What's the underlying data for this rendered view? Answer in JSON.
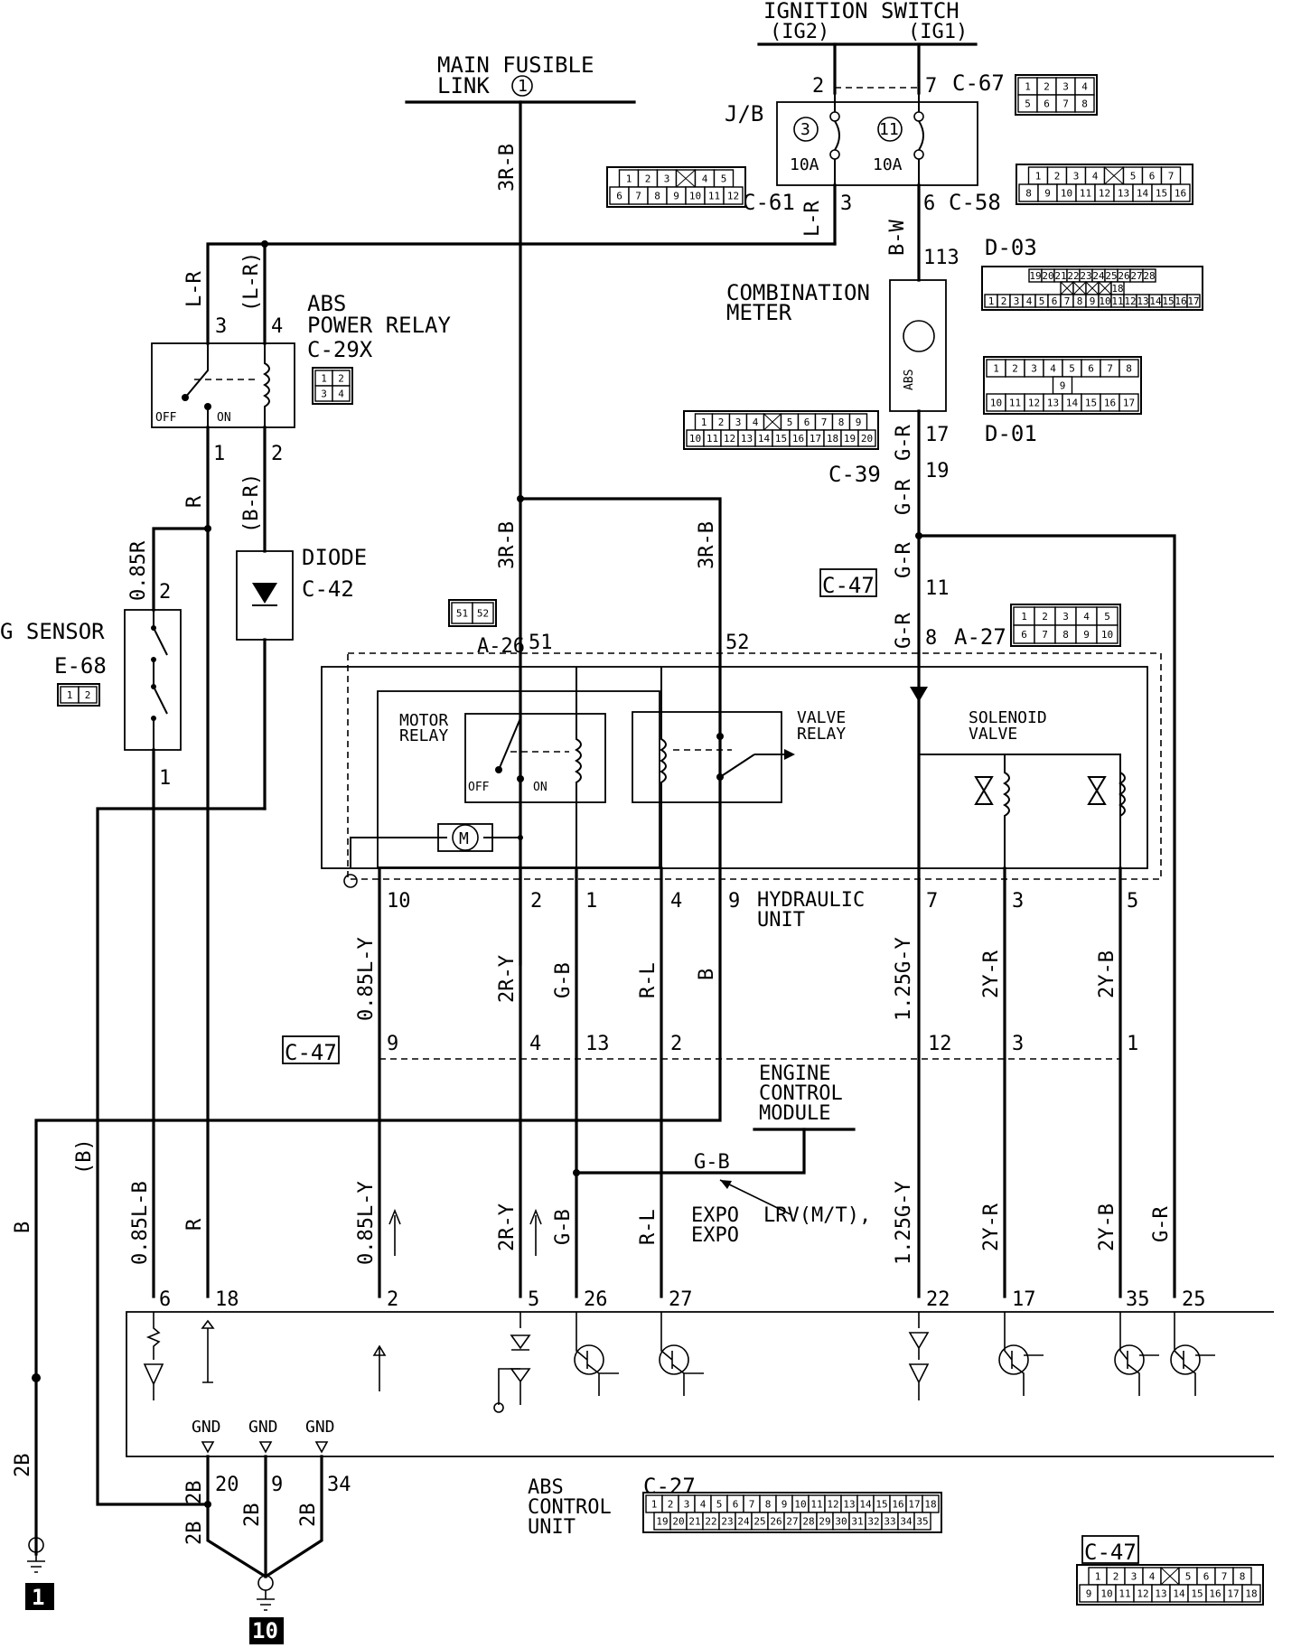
{
  "texts": {
    "ignition_switch": "IGNITION SWITCH",
    "ig2": "(IG2)",
    "ig1": "(IG1)",
    "main_fusible_1": "MAIN FUSIBLE",
    "main_fusible_2": "LINK",
    "main_fusible_num": "1",
    "jb": "J/B",
    "fuse3": "3",
    "fuse11": "11",
    "amp10a_l": "10A",
    "amp10a_r": "10A",
    "c67": "C-67",
    "c61": "C-61",
    "c58": "C-58",
    "d03": "D-03",
    "d01": "D-01",
    "combination_1": "COMBINATION",
    "combination_2": "METER",
    "abs_lamp": "ABS",
    "abs_relay_1": "ABS",
    "abs_relay_2": "POWER RELAY",
    "c29x": "C-29X",
    "off_l": "OFF",
    "on_l": "ON",
    "c39": "C-39",
    "diode": "DIODE",
    "c42": "C-42",
    "g_sensor": "G SENSOR",
    "e68": "E-68",
    "c47_a": "C-47",
    "c47_b": "C-47",
    "c47_c": "C-47",
    "a26": "A-26",
    "a27": "A-27",
    "motor_relay_1": "MOTOR",
    "motor_relay_2": "RELAY",
    "valve_relay_1": "VALVE",
    "valve_relay_2": "RELAY",
    "solenoid_1": "SOLENOID",
    "solenoid_2": "VALVE",
    "off_m": "OFF",
    "on_m": "ON",
    "motor": "M",
    "hydraulic_1": "HYDRAULIC",
    "hydraulic_2": "UNIT",
    "ecm_1": "ENGINE",
    "ecm_2": "CONTROL",
    "ecm_3": "MODULE",
    "expo_1": "EXPO",
    "expo_2": "EXPO",
    "lrv": "LRV(M/T),",
    "gnd1": "GND",
    "gnd2": "GND",
    "gnd3": "GND",
    "abs_cu_1": "ABS",
    "abs_cu_2": "CONTROL",
    "abs_cu_3": "UNIT",
    "c27": "C-27",
    "ground_1": "1",
    "ground_10": "10"
  },
  "wires": {
    "lr_top": "L-R",
    "lr_a": "L-R",
    "lr_b": "(L-R)",
    "r_1": "R",
    "br": "(B-R)",
    "r085": "0.85R",
    "rb_main": "3R-B",
    "rb_a": "3R-B",
    "rb_b": "3R-B",
    "bw": "B-W",
    "gr1": "G-R",
    "gr2": "G-R",
    "gr3": "G-R",
    "gr4": "G-R",
    "gr5": "G-R",
    "ly_top": "0.85L-Y",
    "ry_top": "2R-Y",
    "gb_top": "G-B",
    "rl_top": "R-L",
    "b_top": "B",
    "gy_top": "1.25G-Y",
    "yr_top": "2Y-R",
    "yb_top": "2Y-B",
    "b_left": "B",
    "b_paren": "(B)",
    "lb085": "0.85L-B",
    "r_low": "R",
    "ly_low": "0.85L-Y",
    "ry_low": "2R-Y",
    "gb_low": "G-B",
    "rl_low": "R-L",
    "gy_low": "1.25G-Y",
    "yr_low": "2Y-R",
    "yb_low": "2Y-B",
    "gr_low": "G-R",
    "gb_ecm": "G-B",
    "b2_left": "2B",
    "b2_a": "2B",
    "b2_b": "2B",
    "b2_c": "2B",
    "b2_d": "2B",
    "b2_e": "2B"
  },
  "pins": {
    "p2": "2",
    "p7": "7",
    "p3": "3",
    "p6": "6",
    "p113": "113",
    "r3": "3",
    "r4": "4",
    "r1": "1",
    "r2": "2",
    "p17": "17",
    "p19": "19",
    "p11": "11",
    "p8": "8",
    "gs2": "2",
    "gs1": "1",
    "p51": "51",
    "p52": "52",
    "h10": "10",
    "h2": "2",
    "h1": "1",
    "h4": "4",
    "h9": "9",
    "h7": "7",
    "h3": "3",
    "h5": "5",
    "c9": "9",
    "c4": "4",
    "c13": "13",
    "c2": "2",
    "c12": "12",
    "c3": "3",
    "c1": "1",
    "u6": "6",
    "u18": "18",
    "u2": "2",
    "u5": "5",
    "u26": "26",
    "u27": "27",
    "u22": "22",
    "u17": "17",
    "u35": "35",
    "u25": "25",
    "g20": "20",
    "g9": "9",
    "g34": "34"
  },
  "connectors": {
    "c67": [
      [
        "1",
        "2",
        "3",
        "4"
      ],
      [
        "5",
        "6",
        "7",
        "8"
      ]
    ],
    "c61": [
      [
        "1",
        "2",
        "3",
        "",
        "4",
        "5"
      ],
      [
        "6",
        "7",
        "8",
        "9",
        "10",
        "11",
        "12"
      ]
    ],
    "c58": [
      [
        "1",
        "2",
        "3",
        "4",
        "",
        "5",
        "6",
        "7"
      ],
      [
        "8",
        "9",
        "10",
        "11",
        "12",
        "13",
        "14",
        "15",
        "16"
      ]
    ],
    "d03": [
      [
        "19",
        "20",
        "21",
        "22",
        "23",
        "24",
        "25",
        "26",
        "27",
        "28"
      ],
      [
        "",
        "",
        "",
        "",
        "18"
      ],
      [
        "1",
        "2",
        "3",
        "4",
        "5",
        "6",
        "7",
        "8",
        "9",
        "10",
        "11",
        "12",
        "13",
        "14",
        "15",
        "16",
        "17"
      ]
    ],
    "d01": [
      [
        "1",
        "2",
        "3",
        "4",
        "5",
        "6",
        "7",
        "8"
      ],
      [
        "9"
      ],
      [
        "10",
        "11",
        "12",
        "13",
        "14",
        "15",
        "16",
        "17"
      ]
    ],
    "c29x": [
      [
        "1",
        "2"
      ],
      [
        "3",
        "4"
      ]
    ],
    "c39": [
      [
        "1",
        "2",
        "3",
        "4",
        "",
        "5",
        "6",
        "7",
        "8",
        "9"
      ],
      [
        "10",
        "11",
        "12",
        "13",
        "14",
        "15",
        "16",
        "17",
        "18",
        "19",
        "20"
      ]
    ],
    "a26": [
      [
        "51",
        "52"
      ]
    ],
    "e68": [
      [
        "1",
        "2"
      ]
    ],
    "a27": [
      [
        "1",
        "2",
        "3",
        "4",
        "5"
      ],
      [
        "6",
        "7",
        "8",
        "9",
        "10"
      ]
    ],
    "c27": [
      [
        "1",
        "2",
        "3",
        "4",
        "5",
        "6",
        "7",
        "8",
        "9",
        "10",
        "11",
        "12",
        "13",
        "14",
        "15",
        "16",
        "17",
        "18"
      ],
      [
        "19",
        "20",
        "21",
        "22",
        "23",
        "24",
        "25",
        "26",
        "27",
        "28",
        "29",
        "30",
        "31",
        "32",
        "33",
        "34",
        "35"
      ]
    ],
    "c47": [
      [
        "1",
        "2",
        "3",
        "4",
        "",
        "5",
        "6",
        "7",
        "8"
      ],
      [
        "9",
        "10",
        "11",
        "12",
        "13",
        "14",
        "15",
        "16",
        "17",
        "18"
      ]
    ]
  }
}
